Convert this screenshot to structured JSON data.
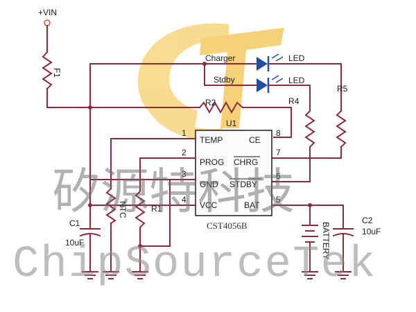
{
  "schematic": {
    "vin_label": "+VIN",
    "fuse_label": "F1",
    "charger_label": "Charger",
    "stdby_label": "Stdby",
    "led_label_1": "LED",
    "led_label_2": "LED",
    "r2_label": "R2",
    "r4_label": "R4",
    "r5_label": "R5",
    "u1_label": "U1",
    "r1_label": "R1",
    "ntc_label": "NTC",
    "c1_label": "C1",
    "c1_value": "10uF",
    "c2_label": "C2",
    "c2_value": "10uF",
    "battery_label": "BATTERY",
    "chip": {
      "name": "CST4056B",
      "pins": [
        {
          "num": "1",
          "name": "TEMP"
        },
        {
          "num": "2",
          "name": "PROG"
        },
        {
          "num": "3",
          "name": "GND"
        },
        {
          "num": "4",
          "name": "VCC"
        },
        {
          "num": "8",
          "name": "CE"
        },
        {
          "num": "7",
          "name": "CHRG"
        },
        {
          "num": "6",
          "name": "STDBY"
        },
        {
          "num": "5",
          "name": "BAT"
        }
      ]
    }
  },
  "watermark": {
    "chinese": "矽源特科技",
    "english": "ChipSourceTek"
  },
  "colors": {
    "wire": "#8e2a3c",
    "logo_yellow": "#f6d06a",
    "led_blue": "#1f4f9e"
  }
}
